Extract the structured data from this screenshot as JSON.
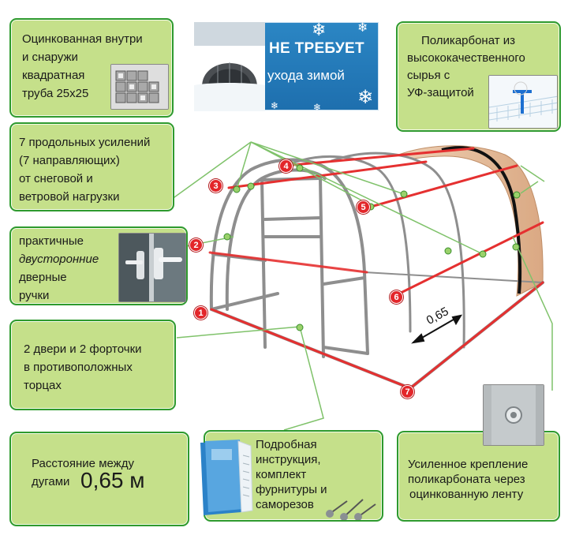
{
  "boxes": {
    "pipe": {
      "lines": [
        "Оцинкованная внутри",
        "и снаружи",
        "квадратная",
        "труба 25х25"
      ],
      "image_icon": "square-pipes-image"
    },
    "promo": {
      "line1": "НЕ ТРЕБУЕТ",
      "line2": "ухода зимой",
      "image_icon": "snowy-greenhouse-image"
    },
    "polycarbonate": {
      "lines": [
        "Поликарбонат из",
        "высококачественного",
        "сырья с",
        "УФ-защитой"
      ],
      "image_icon": "polycarbonate-sheet-image"
    },
    "reinforcements": {
      "lines": [
        "7 продольных усилений",
        "(7 направляющих)",
        "от снеговой и",
        "ветровой нагрузки"
      ]
    },
    "handles": {
      "line1": "практичные",
      "line2": "двусторонние",
      "line3": "дверные",
      "line4": "ручки",
      "image_icon": "door-handle-image"
    },
    "doors": {
      "lines": [
        "2 двери и 2 форточки",
        "в противоположных",
        "торцах"
      ]
    },
    "distance": {
      "label_line1": "Расстояние между",
      "label_line2": "дугами",
      "value": "0,65 м"
    },
    "instruction": {
      "lines": [
        "Подробная",
        "инструкция,",
        "комплект",
        "фурнитуры и",
        "саморезов"
      ],
      "image_icon": "manual-and-screws-image"
    },
    "tape": {
      "lines": [
        "Усиленное крепление",
        "поликарбоната через",
        "оцинкованную ленту"
      ],
      "image_icon": "galvanized-tape-image"
    }
  },
  "diagram": {
    "markers": [
      "1",
      "2",
      "3",
      "4",
      "5",
      "6",
      "7"
    ],
    "dimension_label": "0,65",
    "colors": {
      "frame": "#8e8e8e",
      "guides": "#e53030",
      "arc": "#111111",
      "cover": "#d9a37a",
      "box_fill": "#c5e08a",
      "box_border": "#2e9a2e",
      "promo_bg": "#1e6fae"
    }
  }
}
